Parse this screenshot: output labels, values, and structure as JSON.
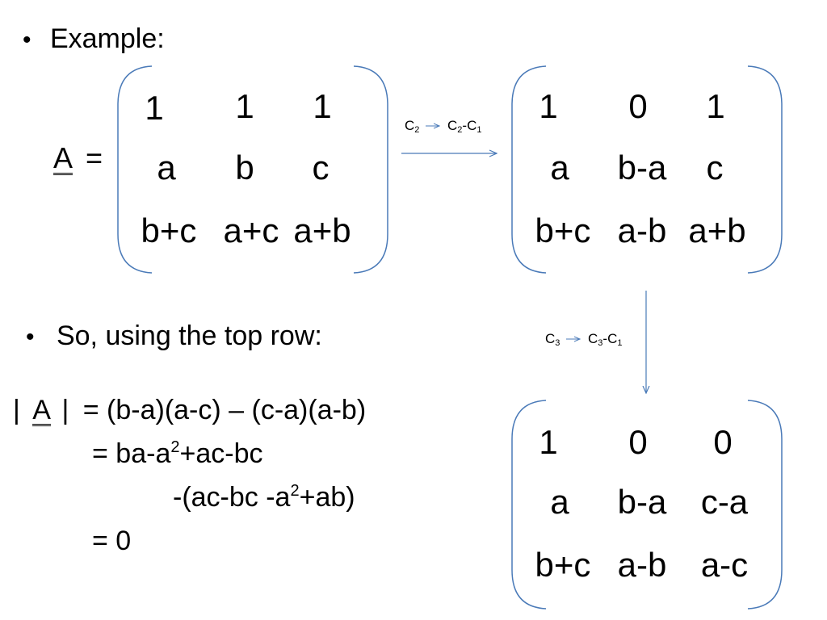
{
  "bullets": {
    "dot": "•",
    "example": "Example:",
    "so": "So, using the top row:"
  },
  "lhs": {
    "symbol": "A",
    "equals": "="
  },
  "matrix1": {
    "rows": [
      [
        "1",
        "1",
        "1"
      ],
      [
        "a",
        "b",
        "c"
      ],
      [
        "b+c",
        "a+c",
        "a+b"
      ]
    ]
  },
  "op1": {
    "col": "C",
    "target": "2",
    "minuend": "2",
    "subtrahend": "1",
    "minus": "-"
  },
  "matrix2": {
    "rows": [
      [
        "1",
        "0",
        "1"
      ],
      [
        "a",
        "b-a",
        "c"
      ],
      [
        "b+c",
        "a-b",
        "a+b"
      ]
    ]
  },
  "op2": {
    "col": "C",
    "target": "3",
    "minuend": "3",
    "subtrahend": "1",
    "minus": "-"
  },
  "matrix3": {
    "rows": [
      [
        "1",
        "0",
        "0"
      ],
      [
        "a",
        "b-a",
        "c-a"
      ],
      [
        "b+c",
        "a-b",
        "a-c"
      ]
    ]
  },
  "determinant": {
    "bar": "|",
    "symbol": "A",
    "line1": "= (b-a)(a-c) – (c-a)(a-b)",
    "line2_a": "= ba-a",
    "line2_sup": "2",
    "line2_b": "+ac-bc",
    "line3_a": "-(ac-bc -a",
    "line3_sup": "2",
    "line3_b": "+ab)",
    "line4": "= 0"
  },
  "colors": {
    "bracket": "#4a7ab8",
    "arrow": "#4a7ab8"
  }
}
